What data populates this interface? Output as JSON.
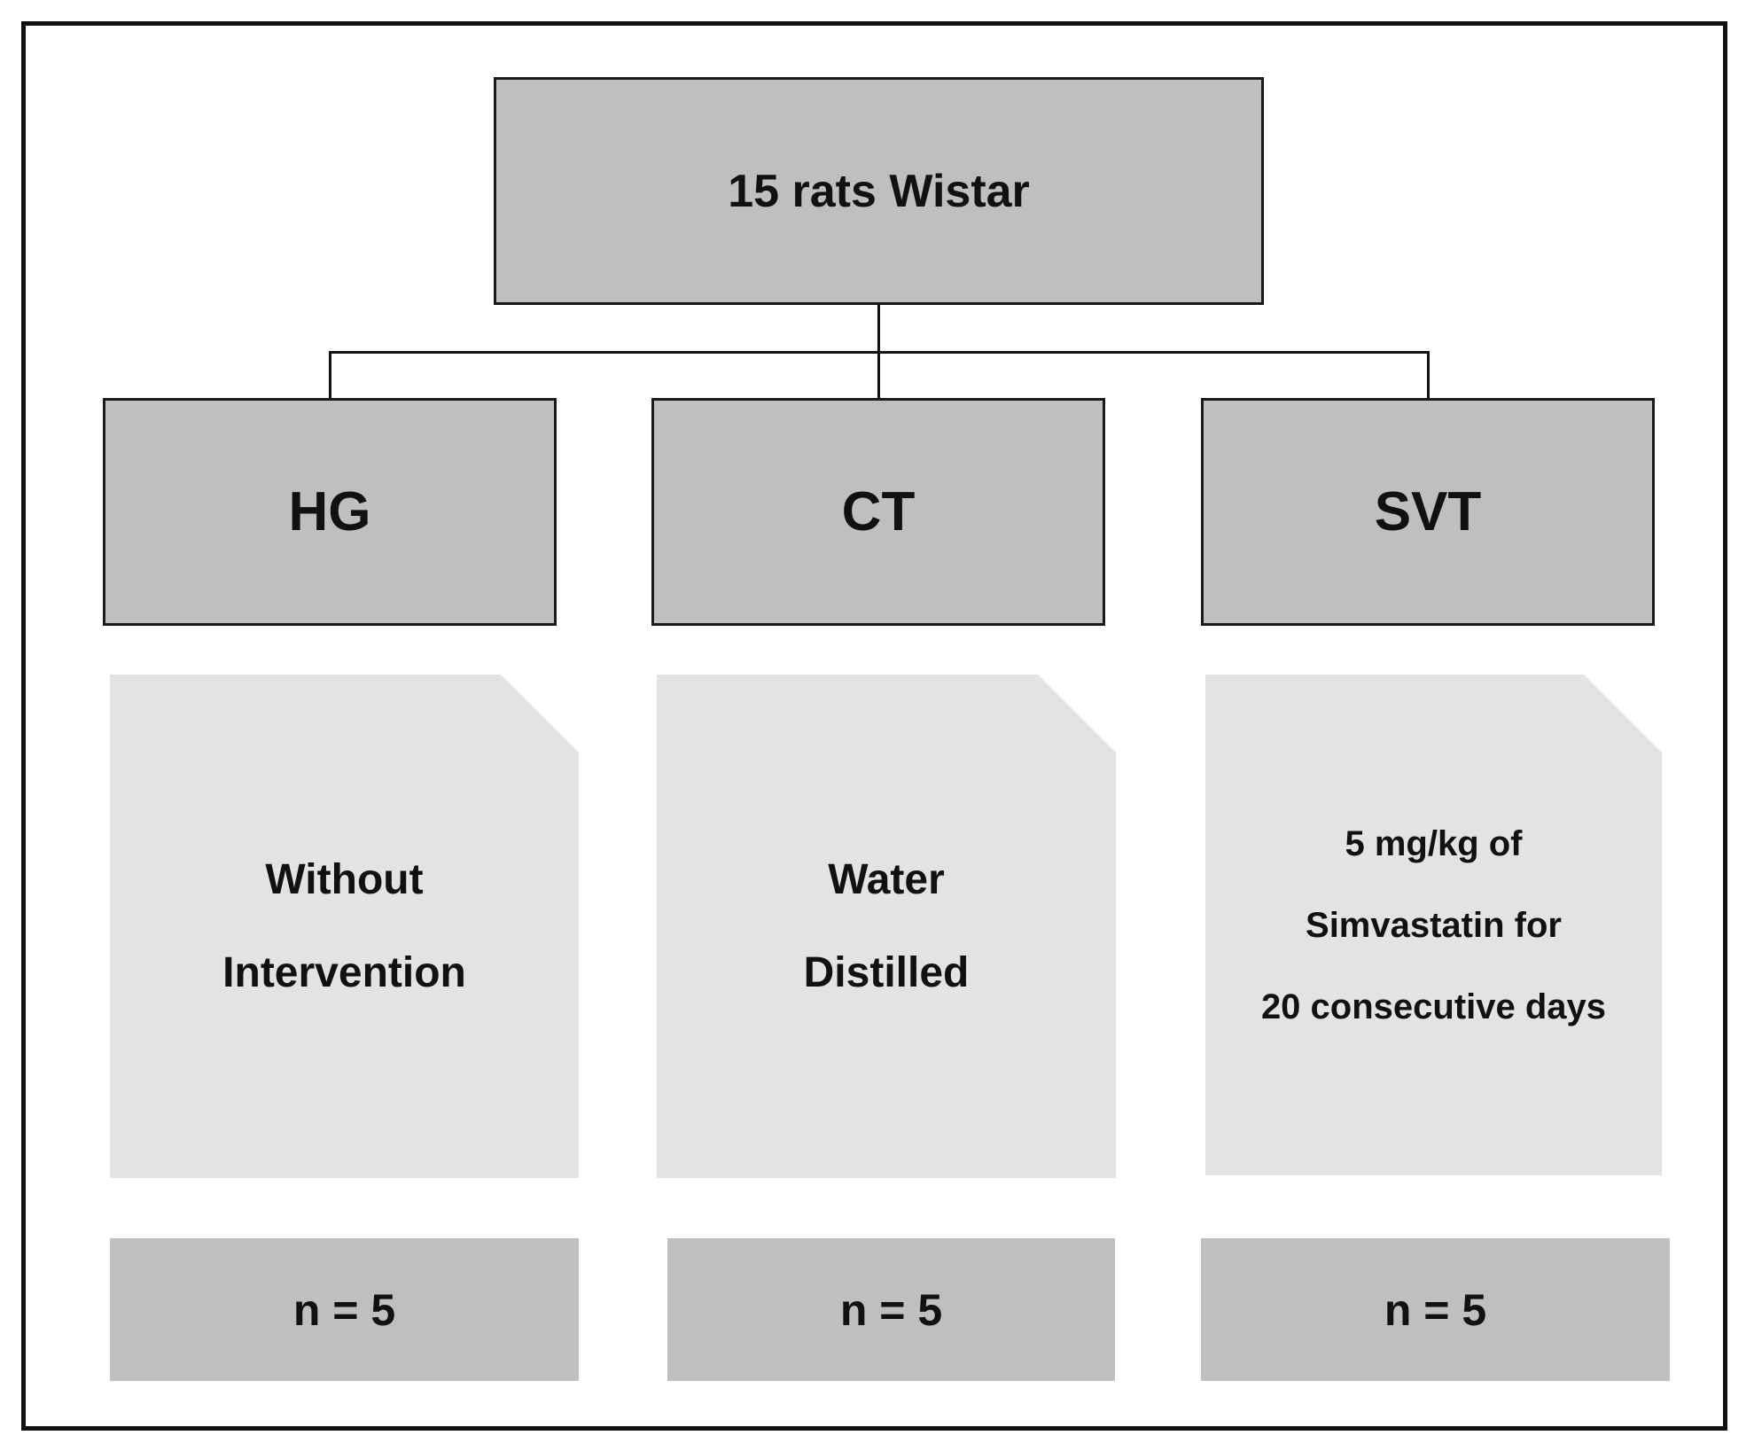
{
  "root": {
    "label": "15 rats Wistar"
  },
  "groups": [
    {
      "label": "HG",
      "description": [
        "Without",
        "Intervention"
      ],
      "count": "n = 5"
    },
    {
      "label": "CT",
      "description": [
        "Water",
        "Distilled"
      ],
      "count": "n = 5"
    },
    {
      "label": "SVT",
      "description": [
        "5 mg/kg of",
        "Simvastatin for",
        "20 consecutive days"
      ],
      "count": "n = 5"
    }
  ],
  "colors": {
    "box_fill": "#bfbfbf",
    "note_fill": "#e3e3e3",
    "line": "#111111"
  }
}
